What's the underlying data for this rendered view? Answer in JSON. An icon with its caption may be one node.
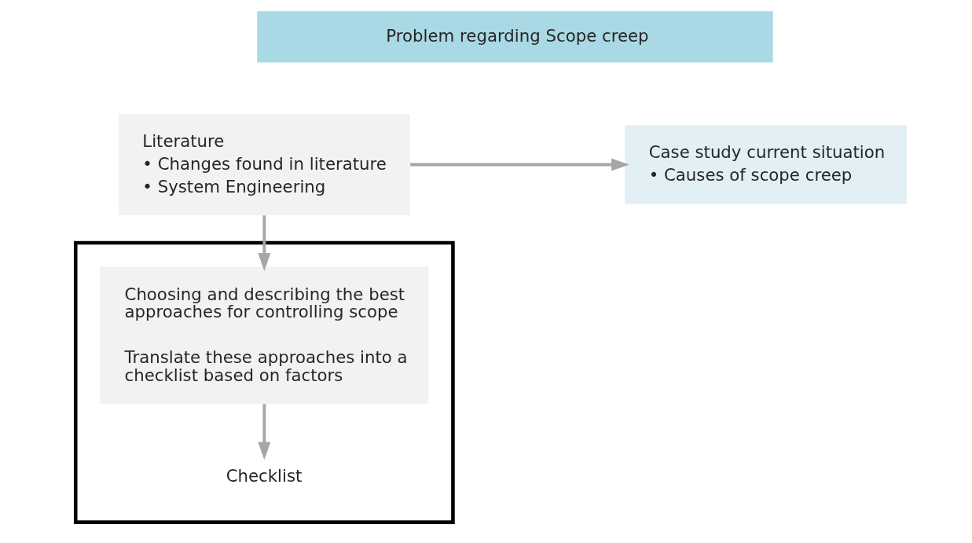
{
  "diagram": {
    "nodes": [
      {
        "text": [
          "Problem regarding Scope creep"
        ]
      },
      {
        "text": [
          "Literature",
          "• Changes found in literature",
          "• System Engineering"
        ]
      },
      {
        "text": [
          "Case study current situation",
          "• Causes of scope creep"
        ]
      },
      {
        "text": [],
        "shape": "box"
      },
      {
        "text": [
          "Choosing and describing the best approaches for controlling scope",
          "Translate these approaches into a checklist based on factors"
        ],
        "in": 3
      },
      {
        "text": [
          "Checklist"
        ],
        "in": 3
      }
    ],
    "edges": [
      {
        "from": 1,
        "to": 2,
        "arrow": "to"
      },
      {
        "from": 1,
        "to": 4,
        "arrow": "to"
      },
      {
        "from": 4,
        "to": 5,
        "arrow": "to"
      }
    ]
  }
}
